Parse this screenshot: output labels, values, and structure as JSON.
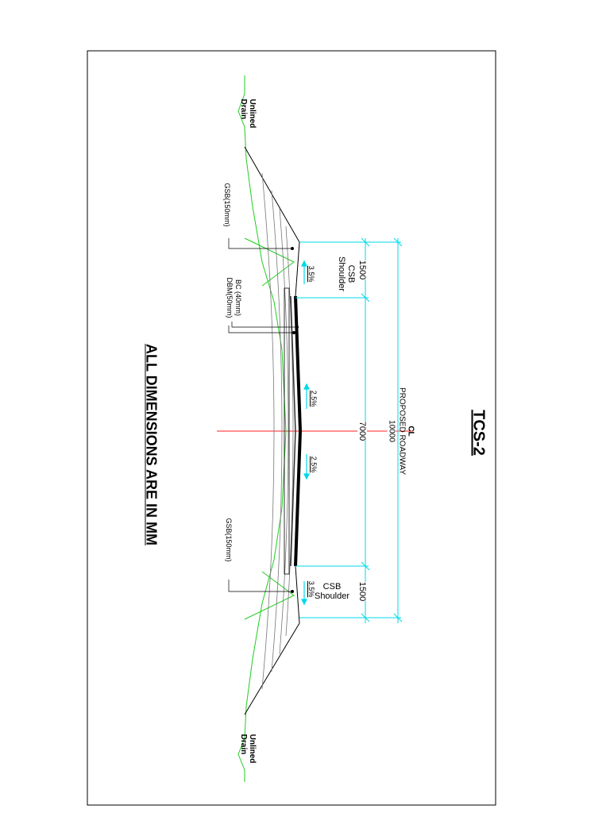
{
  "title": "TCS-2",
  "note": "ALL DIMENSIONS ARE IN MM",
  "centerline": "CL",
  "proposed_roadway_label": "PROPOSED ROADWAY",
  "dimensions": {
    "total": "10000",
    "carriageway": "7000",
    "shoulder_left": "1500",
    "shoulder_right": "1500"
  },
  "shoulder_label": {
    "line1": "CSB",
    "line2": "Shoulder"
  },
  "slopes": {
    "shoulder_left": "3.5%",
    "carriage_left": "2.5%",
    "carriage_right": "2.5%",
    "shoulder_right": "3.5%"
  },
  "layers": {
    "csb_left": "GSB(150mm)",
    "bc": "BC (40mm)",
    "dbm": "DBM(50mm)",
    "csb_right": "GSB(150mm)"
  },
  "drains": {
    "top": {
      "line1": "Unlined",
      "line2": "Drain"
    },
    "bottom": {
      "line1": "Unlined",
      "line2": "Drain"
    }
  },
  "colors": {
    "dimension": "#00d8e8",
    "centerline": "#ff2020",
    "ground": "#22cc22",
    "structure": "#000000",
    "layers": "#555555"
  }
}
